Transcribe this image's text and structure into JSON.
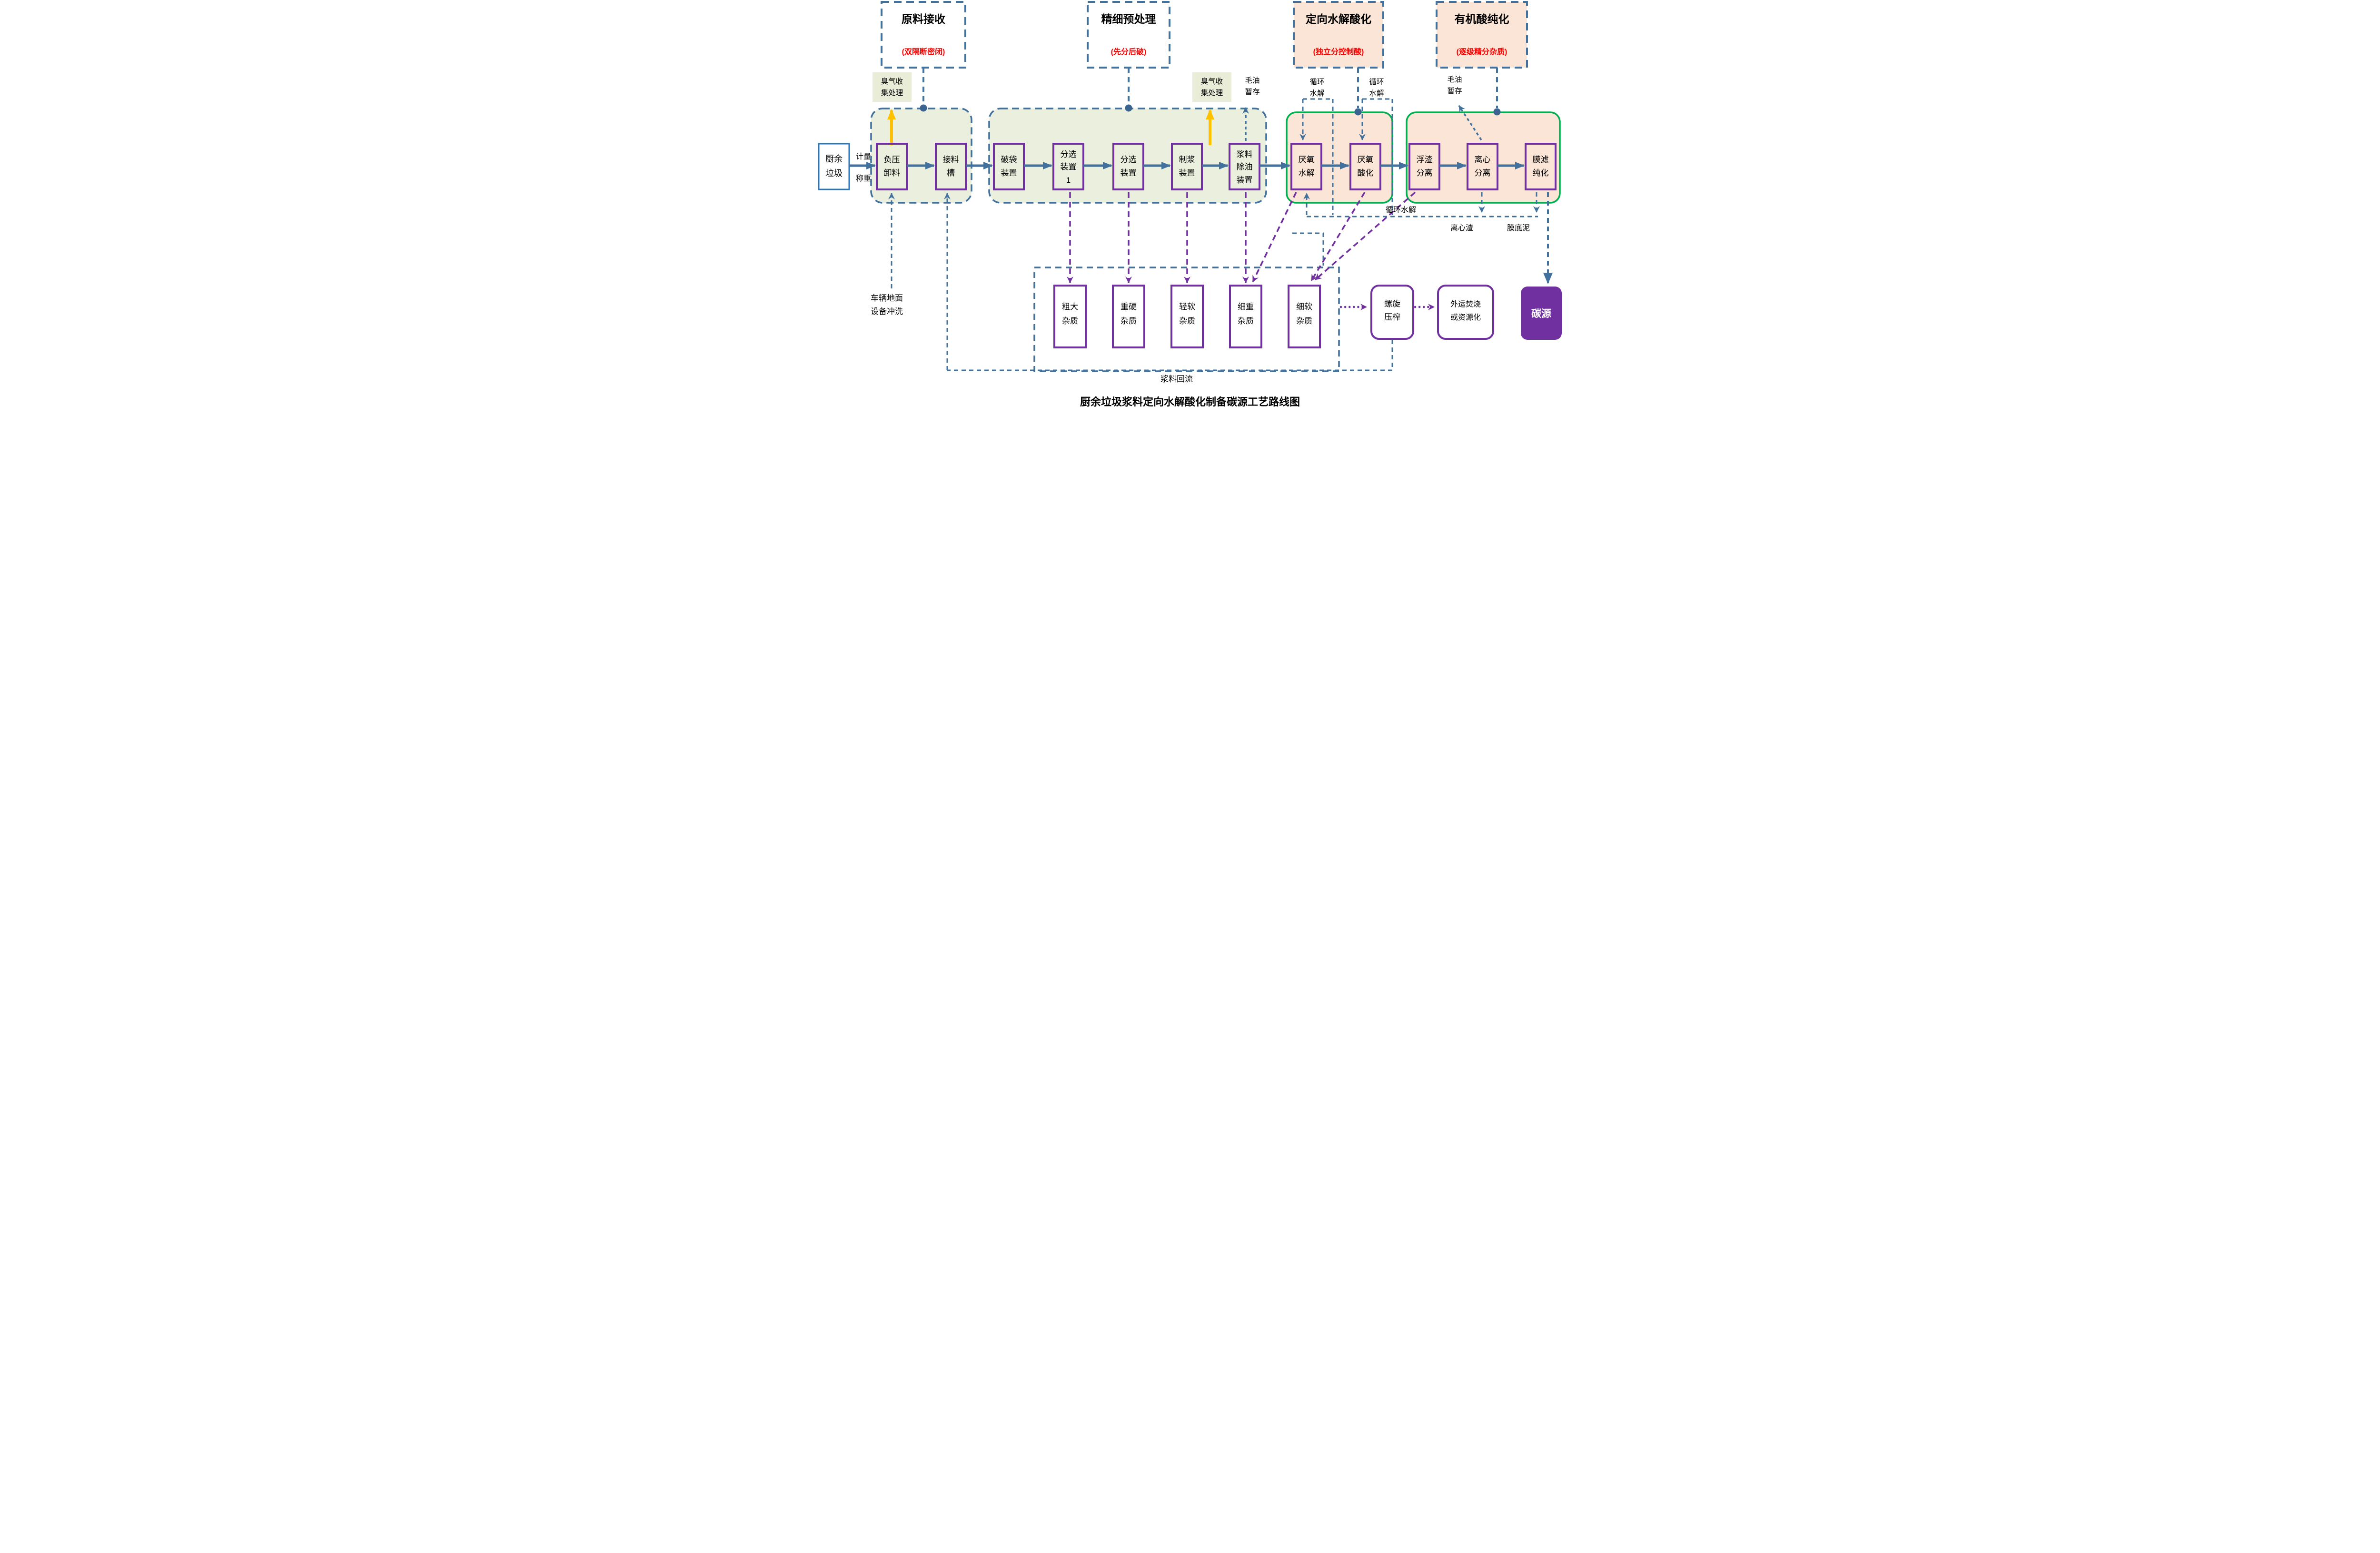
{
  "page_title": "厨余垃圾浆料定向水解酸化制备碳源工艺路线图",
  "stages": [
    {
      "title": "原料接收",
      "note": "(双隔断密闭)"
    },
    {
      "title": "精细预处理",
      "note": "(先分后破)"
    },
    {
      "title": "定向水解酸化",
      "note": "(独立分控制酸)"
    },
    {
      "title": "有机酸纯化",
      "note": "(逐级精分杂质)"
    }
  ],
  "source_box": {
    "lines": [
      "厨余",
      "垃圾"
    ]
  },
  "feed_labels": {
    "metering": "计量",
    "weighing": "称重"
  },
  "process_boxes": [
    {
      "id": "vacuum-unloading",
      "lines": [
        "负压",
        "卸料"
      ]
    },
    {
      "id": "receiving-trough",
      "lines": [
        "接料",
        "槽"
      ]
    },
    {
      "id": "bag-breaking",
      "lines": [
        "破袋",
        "装置"
      ]
    },
    {
      "id": "sorting-1",
      "lines": [
        "分选",
        "装置",
        "1"
      ]
    },
    {
      "id": "sorting-2",
      "lines": [
        "分选",
        "装置"
      ]
    },
    {
      "id": "pulping",
      "lines": [
        "制浆",
        "装置"
      ]
    },
    {
      "id": "slurry-deoiling",
      "lines": [
        "浆料",
        "除油",
        "装置"
      ]
    },
    {
      "id": "anaerobic-hydrolysis",
      "lines": [
        "厌氧",
        "水解"
      ]
    },
    {
      "id": "anaerobic-acidification",
      "lines": [
        "厌氧",
        "酸化"
      ]
    },
    {
      "id": "scum-separation",
      "lines": [
        "浮渣",
        "分离"
      ]
    },
    {
      "id": "centrifugal-separation",
      "lines": [
        "离心",
        "分离"
      ]
    },
    {
      "id": "membrane-filtration",
      "lines": [
        "膜滤",
        "纯化"
      ]
    }
  ],
  "odor_box": {
    "lines": [
      "臭气收",
      "集处理"
    ]
  },
  "crude_oil": {
    "lines": [
      "毛油",
      "暂存"
    ]
  },
  "recycle_loop": {
    "lines": [
      "循环",
      "水解"
    ]
  },
  "recycle_return_label": "循环水解",
  "residue_boxes": [
    {
      "lines": [
        "粗大",
        "杂质"
      ]
    },
    {
      "lines": [
        "重硬",
        "杂质"
      ]
    },
    {
      "lines": [
        "轻软",
        "杂质"
      ]
    },
    {
      "lines": [
        "细重",
        "杂质"
      ]
    },
    {
      "lines": [
        "细软",
        "杂质"
      ]
    }
  ],
  "screw_press": {
    "lines": [
      "螺旋",
      "压榨"
    ]
  },
  "disposal": {
    "lines": [
      "外运焚烧",
      "或资源化"
    ]
  },
  "carbon_source_label": "碳源",
  "vehicle_wash": {
    "lines": [
      "车辆地面",
      "设备冲洗"
    ]
  },
  "slurry_return_label": "浆料回流",
  "centrifuge_residue_label": "离心渣",
  "membrane_sludge_label": "膜底泥",
  "colors": {
    "flow_blue": "#41719C",
    "dot_blue": "#3A648F",
    "purple": "#7030A0",
    "region_green_fill": "#EBEFDE",
    "region_peach_fill": "#FBE5D6",
    "odor_fill": "#E9EDD8",
    "green_border": "#00B050",
    "yellow": "#FFC000",
    "red_note": "#FF0000",
    "source_border": "#2E75B6"
  }
}
